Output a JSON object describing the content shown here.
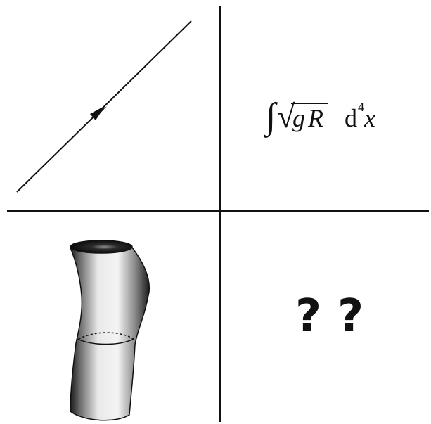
{
  "formula": {
    "integral": "∫",
    "sqrt": "√",
    "g": "g",
    "R": "R",
    "d": "d",
    "exponent": "4",
    "x": "x"
  },
  "unknown": {
    "mark_1": "?",
    "mark_2": "?"
  },
  "colors": {
    "ink": "#111111",
    "background": "#ffffff"
  }
}
